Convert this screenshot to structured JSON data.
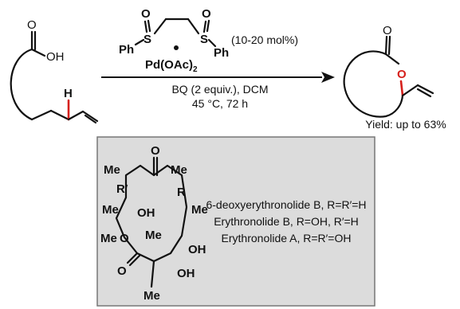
{
  "reaction": {
    "reactant": {
      "carbonyl_o": "O",
      "hydroxyl": "OH",
      "hydrogen": "H"
    },
    "catalyst": {
      "s_atom": "S",
      "o_atom": "O",
      "ph_label": "Ph",
      "pd_label": "Pd(OAc)",
      "pd_subscript": "2",
      "loading": "(10-20 mol%)"
    },
    "conditions_line1": "BQ (2 equiv.), DCM",
    "conditions_line2": "45 °C, 72 h",
    "product": {
      "carbonyl_o": "O",
      "ring_o": "O",
      "yield": "Yield: up to 63%"
    }
  },
  "natural_products": {
    "labels": {
      "me": "Me",
      "o": "O",
      "oh": "OH",
      "r": "R",
      "r_prime": "R′"
    },
    "compounds": [
      "6-deoxyerythronolide B, R=R′=H",
      "Erythronolide B, R=OH, R′=H",
      "Erythronolide A, R=R′=OH"
    ]
  },
  "colors": {
    "highlight": "#d6201c",
    "panel_bg": "#dcdcdc",
    "panel_border": "#777777"
  }
}
